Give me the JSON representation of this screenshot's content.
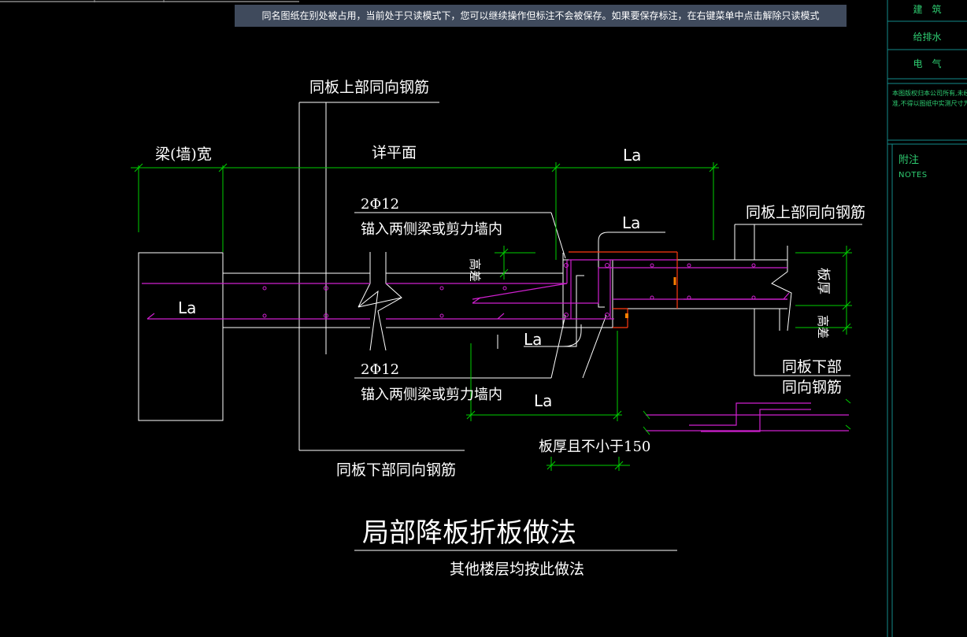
{
  "notice": {
    "text": "同名图纸在别处被占用，当前处于只读模式下，您可以继续操作但标注不会被保存。如果要保存标注，在右键菜单中点击解除只读模式"
  },
  "side_panel": {
    "items": [
      "建　筑",
      "给排水",
      "电　气"
    ],
    "copyright_line1": "本图版权归本公司所有,未经允许",
    "copyright_line2": "准,不得以图纸中实测尺寸为准",
    "appendix_label": "附注",
    "notes_label": "NOTES"
  },
  "drawing": {
    "top_rebar_left": "同板上部同向钢筋",
    "beam_width": "梁(墙)宽",
    "see_plan": "详平面",
    "la": "La",
    "rebar_2phi12_top": "2Φ12",
    "anchor_top": "锚入两侧梁或剪力墙内",
    "height_diff_left": "高差",
    "top_rebar_right": "同板上部同向钢筋",
    "slab_thickness": "板厚",
    "height_diff_right": "高差",
    "bottom_rebar_right_1": "同板下部",
    "bottom_rebar_right_2": "同向钢筋",
    "rebar_2phi12_bottom": "2Φ12",
    "anchor_bottom": "锚入两侧梁或剪力墙内",
    "slab_min": "板厚且不小于150",
    "bottom_rebar_left": "同板下部同向钢筋",
    "title": "局部降板折板做法",
    "subtitle": "其他楼层均按此做法"
  },
  "colors": {
    "background": "#000000",
    "line_white": "#ffffff",
    "dim_green": "#00d000",
    "rebar_magenta": "#d020d0",
    "accent_red": "#ff3a10",
    "accent_orange": "#ff8000",
    "panel_green": "#2ecc71",
    "panel_border": "#138a8a",
    "notice_bg": "#3f4a5c"
  }
}
